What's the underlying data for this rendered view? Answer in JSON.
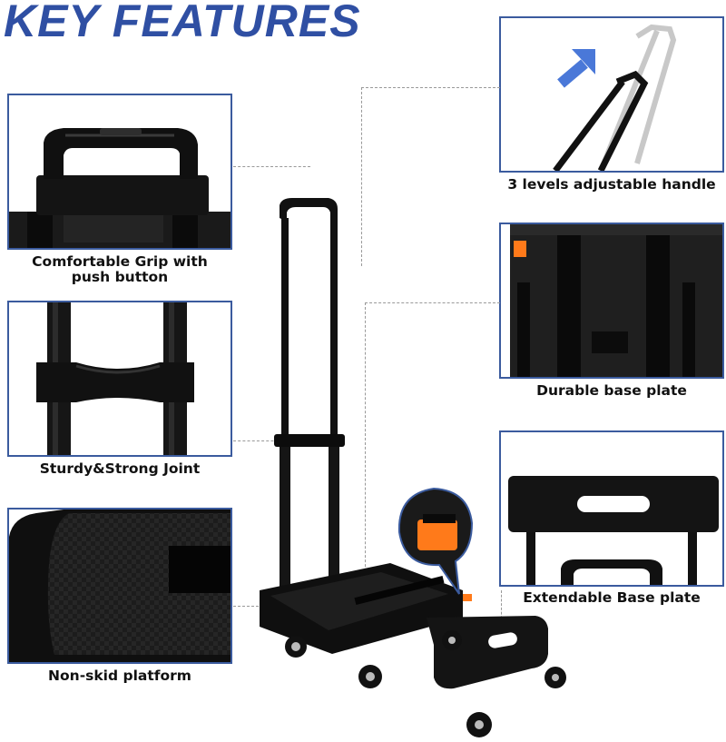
{
  "title": "KEY FEATURES",
  "features": [
    {
      "label_lines": [
        "Comfortable Grip with",
        "push button"
      ],
      "icon": "grip-handle"
    },
    {
      "label": "Sturdy&Strong Joint",
      "icon": "joint"
    },
    {
      "label": "Non-skid platform",
      "icon": "platform-texture"
    },
    {
      "label": "3 levels adjustable handle",
      "icon": "telescoping-handle"
    },
    {
      "label": "Durable base plate",
      "icon": "base-plate"
    },
    {
      "label": "Extendable Base plate",
      "icon": "extension-plate"
    }
  ],
  "colors": {
    "title": "#2f4fa3",
    "panel_border": "#3b5b9e",
    "arrow_blue": "#4a78d8",
    "accent_orange": "#ff7a1a",
    "product_black": "#151515"
  }
}
